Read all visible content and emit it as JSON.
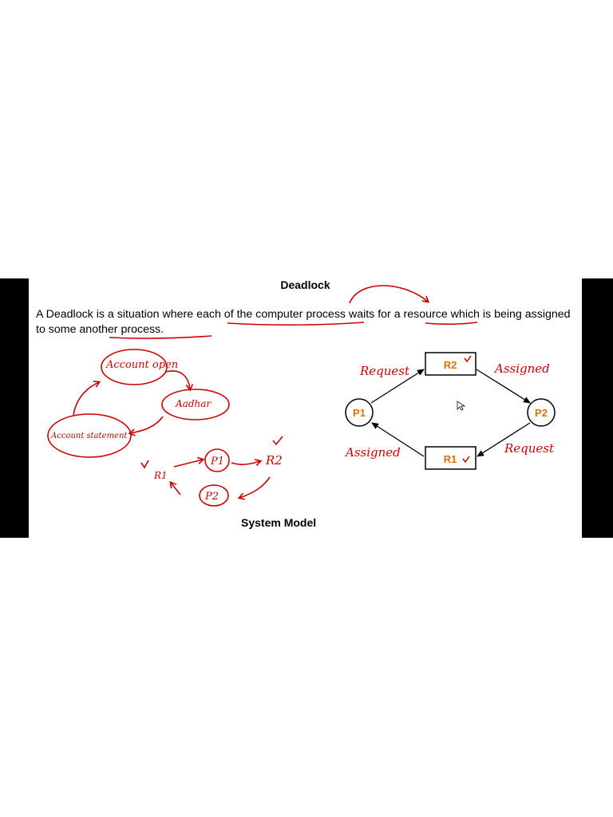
{
  "slide": {
    "title": "Deadlock",
    "definition": "A Deadlock is a situation where each of the computer process waits for a resource which is being assigned to some another process.",
    "caption": "System Model"
  },
  "graph": {
    "nodes": {
      "r2": "R2",
      "r1": "R1",
      "p1": "P1",
      "p2": "P2"
    },
    "edges": {
      "p1_r2": "Request",
      "r2_p2": "Assigned",
      "r1_p1": "Assigned",
      "p2_r1": "Request"
    }
  },
  "annotations": {
    "account_open": "Account open",
    "aadhar": "Aadhar",
    "account_statement": "Account statement",
    "r1": "R1",
    "p1": "P1",
    "r2": "R2",
    "p2": "P2"
  },
  "colors": {
    "ink": "#cc0000",
    "node_label": "#e07000",
    "frame": "#000000"
  }
}
